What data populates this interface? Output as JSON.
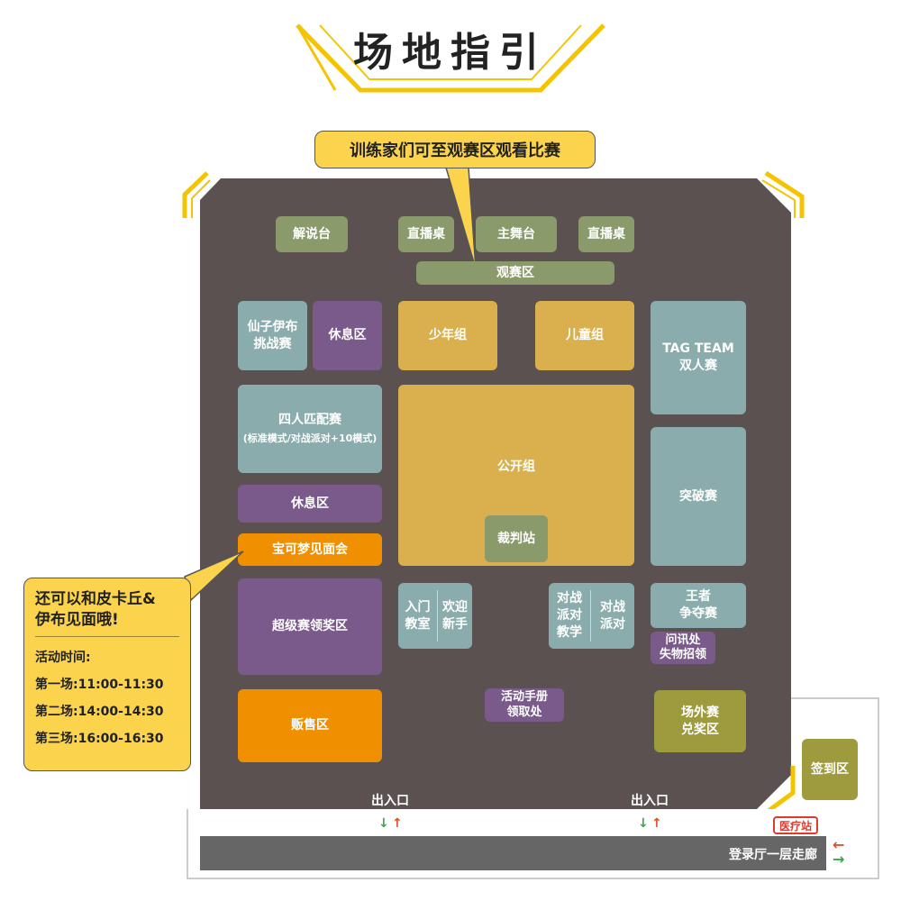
{
  "title": "场地指引",
  "callout_top": "训练家们可至观赛区观看比赛",
  "colors": {
    "floor": "#5a5150",
    "accent_yellow": "#f5c400",
    "callout_fill": "#fbd34c",
    "olive_green": "#8a9a6a",
    "teal": "#8aacac",
    "purple": "#7a5a8a",
    "gold": "#d9b04d",
    "orange": "#f09000",
    "olive": "#9e9a3e",
    "corridor": "#666666",
    "medical_red": "#e03a2c"
  },
  "zones": {
    "commentary": "解说台",
    "stream_left": "直播桌",
    "main_stage": "主舞台",
    "stream_right": "直播桌",
    "viewing": "观赛区",
    "challenge": "仙子伊布\n挑战赛",
    "rest_top": "休息区",
    "junior": "少年组",
    "children": "儿童组",
    "tag_team": "TAG TEAM\n双人赛",
    "four_player_title": "四人匹配赛",
    "four_player_sub": "(标准模式/对战派对+10模式)",
    "open": "公开组",
    "breakthrough": "突破赛",
    "rest_mid": "休息区",
    "referee": "裁判站",
    "meet": "宝可梦见面会",
    "intro_class": "入门\n教室",
    "welcome_new": "欢迎\n新手",
    "party_teach": "对战\n派对\n教学",
    "party_battle": "对战\n派对",
    "king": "王者\n争夺赛",
    "info_desk": "问讯处\n失物招领",
    "super_award": "超级赛领奖区",
    "handbook": "活动手册\n领取处",
    "outside_award": "场外赛\n兑奖区",
    "sales": "贩售区",
    "checkin": "签到区"
  },
  "entrances": [
    "出入口",
    "出入口"
  ],
  "medical": "医疗站",
  "corridor": "登录厅一层走廊",
  "info_callout": {
    "headline": "还可以和皮卡丘&\n伊布见面哦!",
    "time_label": "活动时间:",
    "sessions": [
      "第一场:11:00-11:30",
      "第二场:14:00-14:30",
      "第三场:16:00-16:30"
    ]
  },
  "icons": {
    "entrance_arrows": [
      "arrow-down-green-icon",
      "arrow-up-red-icon"
    ],
    "corridor_arrows": [
      "arrow-left-red-icon",
      "arrow-right-green-icon"
    ]
  }
}
